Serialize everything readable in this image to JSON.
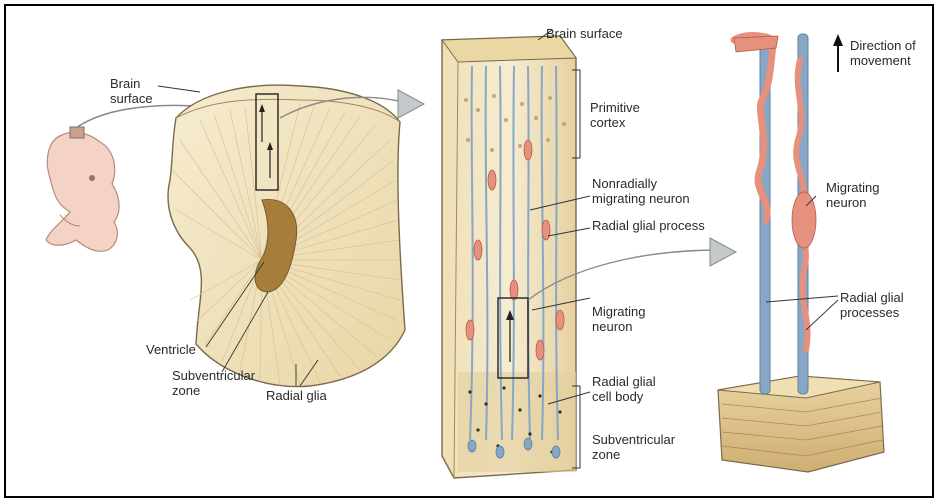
{
  "labels": {
    "brain_surface_left": [
      "Brain",
      "surface"
    ],
    "ventricle": "Ventricle",
    "subventricular_zone_left": [
      "Subventricular",
      "zone"
    ],
    "radial_glia": "Radial glia",
    "brain_surface_top": "Brain surface",
    "primitive_cortex": [
      "Primitive",
      "cortex"
    ],
    "nonradially_migrating_neuron": [
      "Nonradially",
      "migrating neuron"
    ],
    "radial_glial_process": "Radial glial process",
    "migrating_neuron_mid": [
      "Migrating",
      "neuron"
    ],
    "radial_glial_cell_body": [
      "Radial glial",
      "cell body"
    ],
    "subventricular_zone_mid": [
      "Subventricular",
      "zone"
    ],
    "direction_of_movement": [
      "Direction of",
      "movement"
    ],
    "migrating_neuron_right": [
      "Migrating",
      "neuron"
    ],
    "radial_glial_processes": [
      "Radial glial",
      "processes"
    ]
  },
  "colors": {
    "tissue_fill": "#f1e4bf",
    "ventricle_fill": "#a77d3c",
    "glia_blue": "#7fa4c6",
    "neuron_pink": "#e6907e",
    "arrow_gray": "#b9c2c8",
    "outline": "#7a6a4a"
  }
}
